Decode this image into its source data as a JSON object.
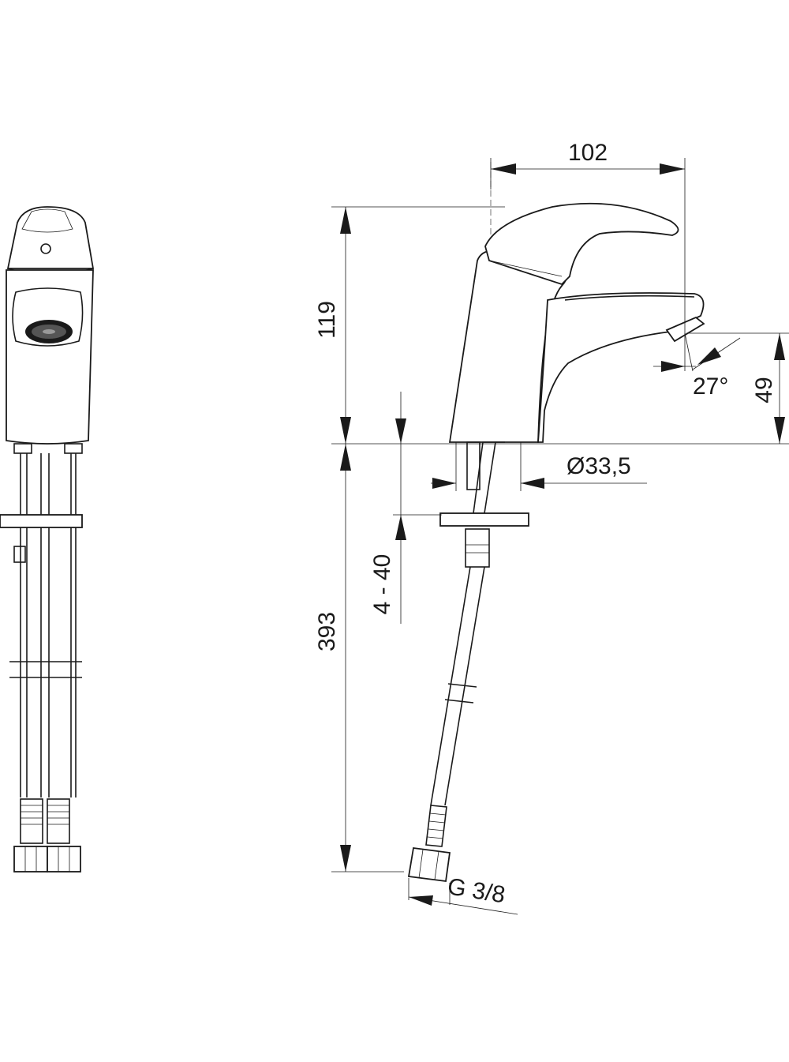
{
  "dimensions": {
    "width_top": "102",
    "height_body": "119",
    "height_spout": "49",
    "angle": "27°",
    "diameter": "Ø33,5",
    "deck_thickness": "4 - 40",
    "hose_length": "393",
    "thread": "G 3/8"
  },
  "colors": {
    "line": "#1a1a1a",
    "background": "#ffffff"
  }
}
